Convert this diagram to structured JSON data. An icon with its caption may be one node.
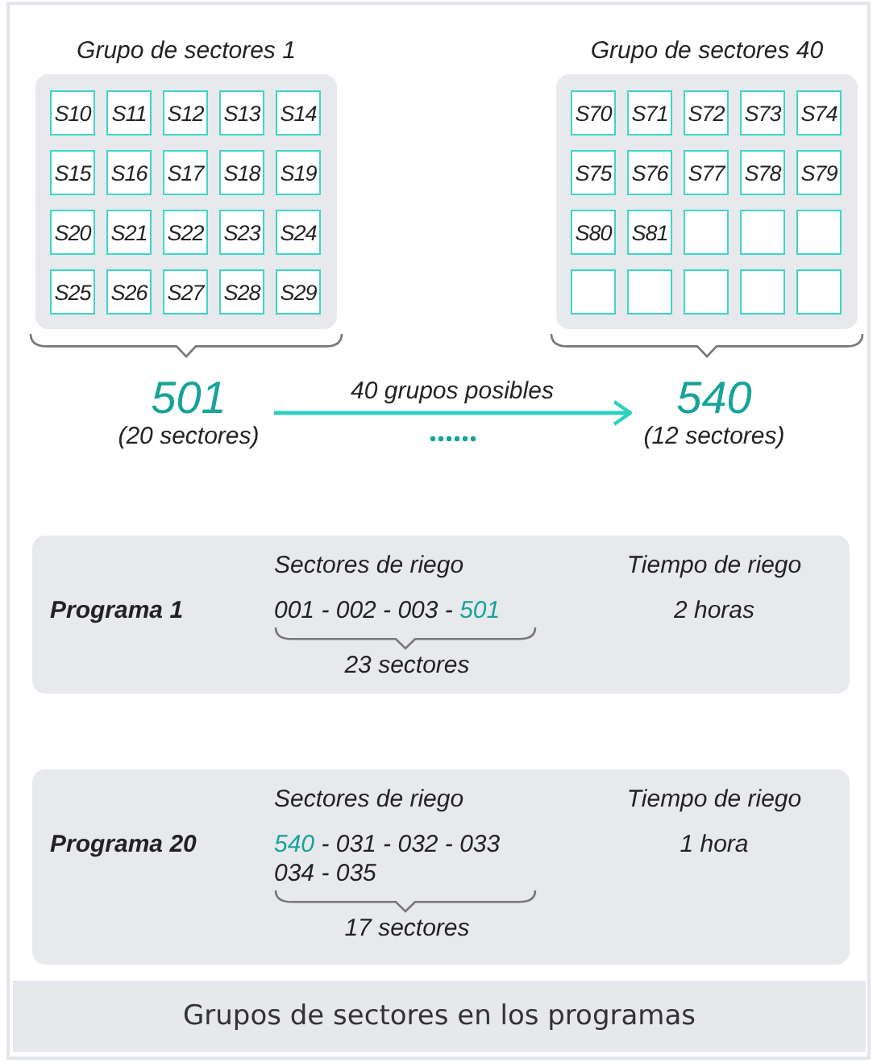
{
  "diagram": {
    "caption": "Grupos de sectores en los programas",
    "nodes": [
      {
        "text": [
          "Grupo de sectores 1"
        ]
      },
      {
        "text": [
          "S10"
        ],
        "in": 0
      },
      {
        "text": [
          "S11"
        ],
        "in": 0
      },
      {
        "text": [
          "S12"
        ],
        "in": 0
      },
      {
        "text": [
          "S13"
        ],
        "in": 0
      },
      {
        "text": [
          "S14"
        ],
        "in": 0
      },
      {
        "text": [
          "S15"
        ],
        "in": 0
      },
      {
        "text": [
          "S16"
        ],
        "in": 0
      },
      {
        "text": [
          "S17"
        ],
        "in": 0
      },
      {
        "text": [
          "S18"
        ],
        "in": 0
      },
      {
        "text": [
          "S19"
        ],
        "in": 0
      },
      {
        "text": [
          "S20"
        ],
        "in": 0
      },
      {
        "text": [
          "S21"
        ],
        "in": 0
      },
      {
        "text": [
          "S22"
        ],
        "in": 0
      },
      {
        "text": [
          "S23"
        ],
        "in": 0
      },
      {
        "text": [
          "S24"
        ],
        "in": 0
      },
      {
        "text": [
          "S25"
        ],
        "in": 0
      },
      {
        "text": [
          "S26"
        ],
        "in": 0
      },
      {
        "text": [
          "S27"
        ],
        "in": 0
      },
      {
        "text": [
          "S28"
        ],
        "in": 0
      },
      {
        "text": [
          "S29"
        ],
        "in": 0
      },
      {
        "text": [
          "Grupo de sectores 40"
        ]
      },
      {
        "text": [
          "S70"
        ],
        "in": 21
      },
      {
        "text": [
          "S71"
        ],
        "in": 21
      },
      {
        "text": [
          "S72"
        ],
        "in": 21
      },
      {
        "text": [
          "S73"
        ],
        "in": 21
      },
      {
        "text": [
          "S74"
        ],
        "in": 21
      },
      {
        "text": [
          "S75"
        ],
        "in": 21
      },
      {
        "text": [
          "S76"
        ],
        "in": 21
      },
      {
        "text": [
          "S77"
        ],
        "in": 21
      },
      {
        "text": [
          "S78"
        ],
        "in": 21
      },
      {
        "text": [
          "S79"
        ],
        "in": 21
      },
      {
        "text": [
          "S80"
        ],
        "in": 21
      },
      {
        "text": [
          "S81"
        ],
        "in": 21
      },
      {
        "text": [],
        "shape": "box",
        "in": 21
      },
      {
        "text": [],
        "shape": "box",
        "in": 21
      },
      {
        "text": [],
        "shape": "box",
        "in": 21
      },
      {
        "text": [],
        "shape": "box",
        "in": 21
      },
      {
        "text": [],
        "shape": "box",
        "in": 21
      },
      {
        "text": [],
        "shape": "box",
        "in": 21
      },
      {
        "text": [],
        "shape": "box",
        "in": 21
      },
      {
        "text": [],
        "shape": "box",
        "in": 21
      },
      {
        "text": [
          "501",
          "(20 sectores)"
        ]
      },
      {
        "text": [
          "540",
          "(12 sectores)"
        ]
      },
      {
        "text": [
          "Programa 1",
          "Sectores de riego",
          "Tiempo de riego",
          "001 - 002 - 003 -",
          "501",
          "2 horas",
          "23 sectores"
        ]
      },
      {
        "text": [
          "Programa 20",
          "Sectores de riego",
          "Tiempo de riego",
          "540",
          "- 031 - 032 - 033 034 - 035",
          "1 hora",
          "17 sectores"
        ]
      }
    ],
    "edges": [
      {
        "from": 42,
        "to": 43,
        "arrow": "to",
        "label": "40 grupos posibles"
      }
    ]
  }
}
